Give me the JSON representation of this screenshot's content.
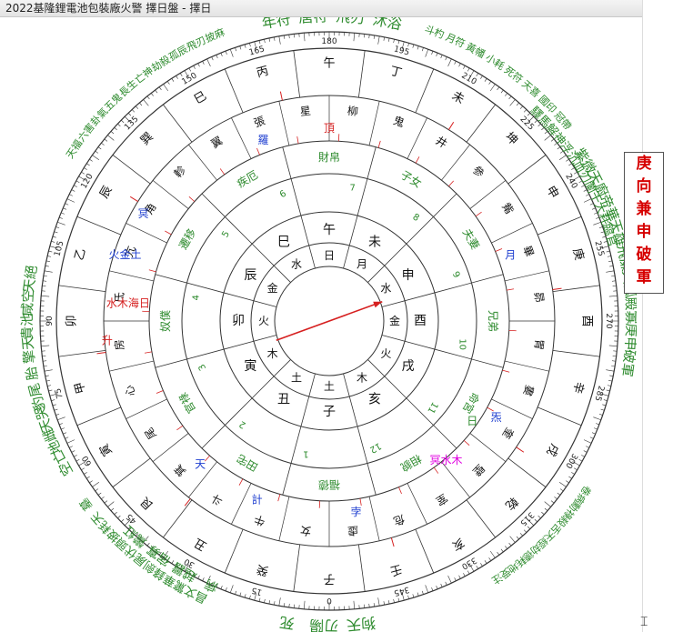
{
  "window": {
    "title": "2022基隆鋰電池包裝廠火警 擇日盤 - 擇日"
  },
  "side_note": {
    "chars": [
      "庚",
      "向",
      "兼",
      "申",
      "破",
      "軍"
    ]
  },
  "colors": {
    "green": "#2e8b2e",
    "red": "#d62020",
    "blue": "#2040d0",
    "magenta": "#e000e0",
    "black": "#111111"
  },
  "compass": {
    "degree_labels": [
      "0",
      "15",
      "30",
      "45",
      "60",
      "75",
      "90",
      "105",
      "120",
      "135",
      "150",
      "165",
      "180",
      "195",
      "210",
      "225",
      "240",
      "255",
      "270",
      "285",
      "300",
      "315",
      "330",
      "345"
    ]
  },
  "rings": {
    "mountains": [
      "子",
      "癸",
      "丑",
      "艮",
      "寅",
      "甲",
      "卯",
      "乙",
      "辰",
      "巽",
      "巳",
      "丙",
      "午",
      "丁",
      "未",
      "坤",
      "申",
      "庚",
      "酉",
      "辛",
      "戌",
      "乾",
      "亥",
      "壬"
    ],
    "mansions_outer": [
      "女",
      "牛",
      "斗",
      "箕",
      "尾",
      "心",
      "房",
      "氐",
      "亢",
      "角",
      "軫",
      "翼",
      "張",
      "星",
      "柳",
      "鬼",
      "井",
      "參",
      "觜",
      "畢",
      "昴",
      "胃",
      "婁",
      "奎",
      "壁",
      "室",
      "危",
      "虛"
    ],
    "sky_pos": [
      "頂",
      "羅",
      "月",
      "水木海日",
      "升",
      "火金土",
      "冥",
      "天",
      "計",
      "孛",
      "冥水木",
      "炁",
      "日"
    ],
    "palaces": [
      "福德",
      "田宅",
      "官祿",
      "奴僕",
      "遷移",
      "疾厄",
      "財帛",
      "子女",
      "夫妻",
      "兄弟",
      "命宮",
      "相貌"
    ],
    "palace_nums": [
      "1",
      "2",
      "3",
      "4",
      "5",
      "6",
      "7",
      "8",
      "9",
      "10",
      "11",
      "12"
    ],
    "inner_branches": [
      "子",
      "丑",
      "寅",
      "卯",
      "辰",
      "巳",
      "午",
      "未",
      "申",
      "酉",
      "戌",
      "亥"
    ],
    "inner_elements": [
      "土",
      "土",
      "木",
      "火",
      "金",
      "水",
      "日",
      "月",
      "水",
      "金",
      "火",
      "木"
    ]
  },
  "outer_text": {
    "top": [
      "年符",
      "唐符",
      "飛刃",
      "沐浴"
    ],
    "bottom": [
      "死",
      "刃陽",
      "狗天"
    ],
    "left": [
      "空亡",
      "地雌",
      "天哭",
      "豹尾",
      "胎",
      "擎天",
      "貴池",
      "咸空",
      "天絕"
    ],
    "right": [
      "紫微",
      "天廚",
      "帝華",
      "天雄",
      "飛廉",
      "大孤",
      "殿寡",
      "庚申",
      "破軍"
    ],
    "small_ne": [
      "斗杓",
      "月符",
      "黃幡",
      "小耗",
      "死符",
      "天喜",
      "國印",
      "冠帶"
    ],
    "small_nw": [
      "天福",
      "六害",
      "卦氣",
      "五鬼",
      "長生",
      "亡神",
      "劫殺",
      "孤辰",
      "飛刃",
      "披麻"
    ],
    "small_sw": [
      "昌文",
      "驚華",
      "鋒劍",
      "屍伏",
      "頭披",
      "耗天",
      "墓"
    ],
    "small_se": [
      "受注",
      "耗地",
      "劫德",
      "天經",
      "殺舌",
      "勳祿",
      "卷病"
    ],
    "ring_mid": [
      "驛馬",
      "解神",
      "浮沉",
      "血刃",
      "闌干",
      "大耗",
      "臨官"
    ],
    "bottom_mid": [
      "鸞紅",
      "宿寡",
      "越囂",
      "病"
    ]
  },
  "pointer": {
    "label": "arrow"
  }
}
